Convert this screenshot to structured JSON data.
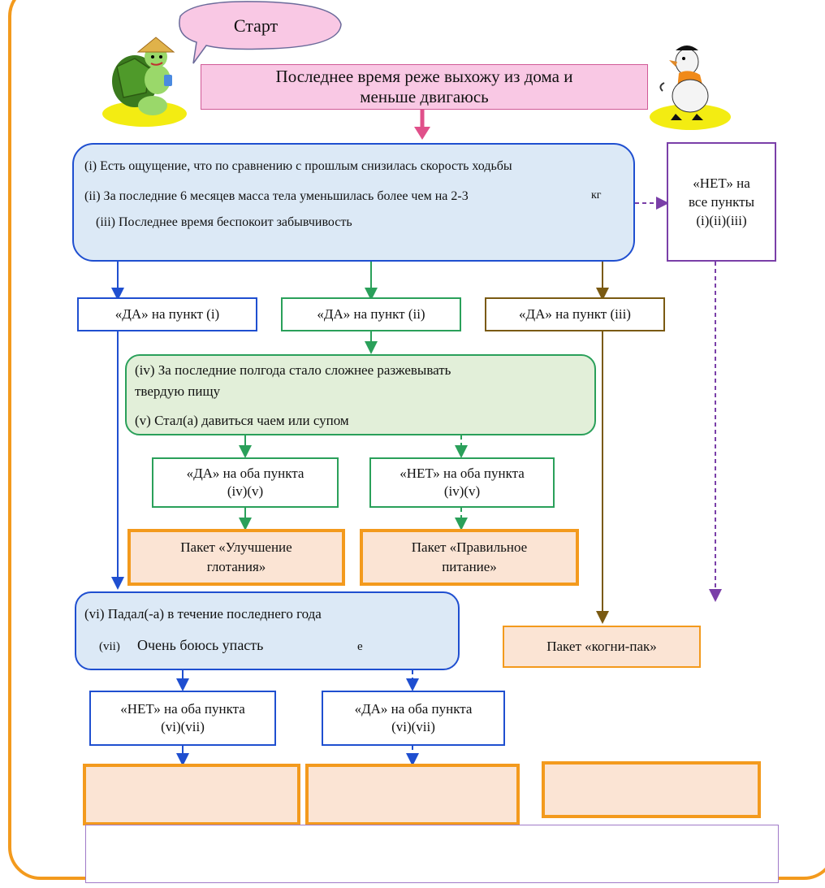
{
  "start_bubble": "Старт",
  "top_statement": [
    "Последнее время реже выхожу из дома и",
    "меньше двигаюсь"
  ],
  "questions_group1": {
    "q1": "(i) Есть ощущение, что по сравнению с прошлым снизилась скорость ходьбы",
    "q2": "(ii) За последние 6 месяцев масса тела уменьшилась более чем на 2-3",
    "q2_unit": "кг",
    "q3": "(iii) Последнее время беспокоит забывчивость"
  },
  "no_all_box": [
    "«НЕТ» на",
    "все пункты",
    "(i)(ii)(iii)"
  ],
  "yes_i": "«ДА» на пункт (i)",
  "yes_ii": "«ДА» на пункт (ii)",
  "yes_iii": "«ДА» на пункт (iii)",
  "questions_group2": {
    "q4_line1": "(iv) За последние полгода стало сложнее разжевывать",
    "q4_line2": "твердую пищу",
    "q5": "(v) Стал(а) давиться чаем или супом"
  },
  "yes_both_45": [
    "«ДА» на оба пункта",
    "(iv)(v)"
  ],
  "no_both_45": [
    "«НЕТ» на оба пункта",
    "(iv)(v)"
  ],
  "package_swallow": [
    "Пакет «Улучшение",
    "глотания»"
  ],
  "package_nutrition": [
    "Пакет «Правильное",
    "питание»"
  ],
  "questions_group3": {
    "q6": "(vi) Падал(-а) в течение последнего года",
    "q7_prefix": "(vii)",
    "q7": "Очень боюсь упасть",
    "q7_suffix": "е"
  },
  "package_cogni": "Пакет «когни-пак»",
  "no_both_67": [
    "«НЕТ» на оба пункта",
    "(vi)(vii)"
  ],
  "yes_both_67": [
    "«ДА» на оба пункта",
    "(vi)(vii)"
  ],
  "colors": {
    "frame": "#f39a1d",
    "blue": "#1f4fd0",
    "green": "#2aa05a",
    "brown": "#7a5a12",
    "purple": "#7a3fa8",
    "pink_arrow": "#e0508a",
    "package_fill": "#fbe4d4"
  }
}
